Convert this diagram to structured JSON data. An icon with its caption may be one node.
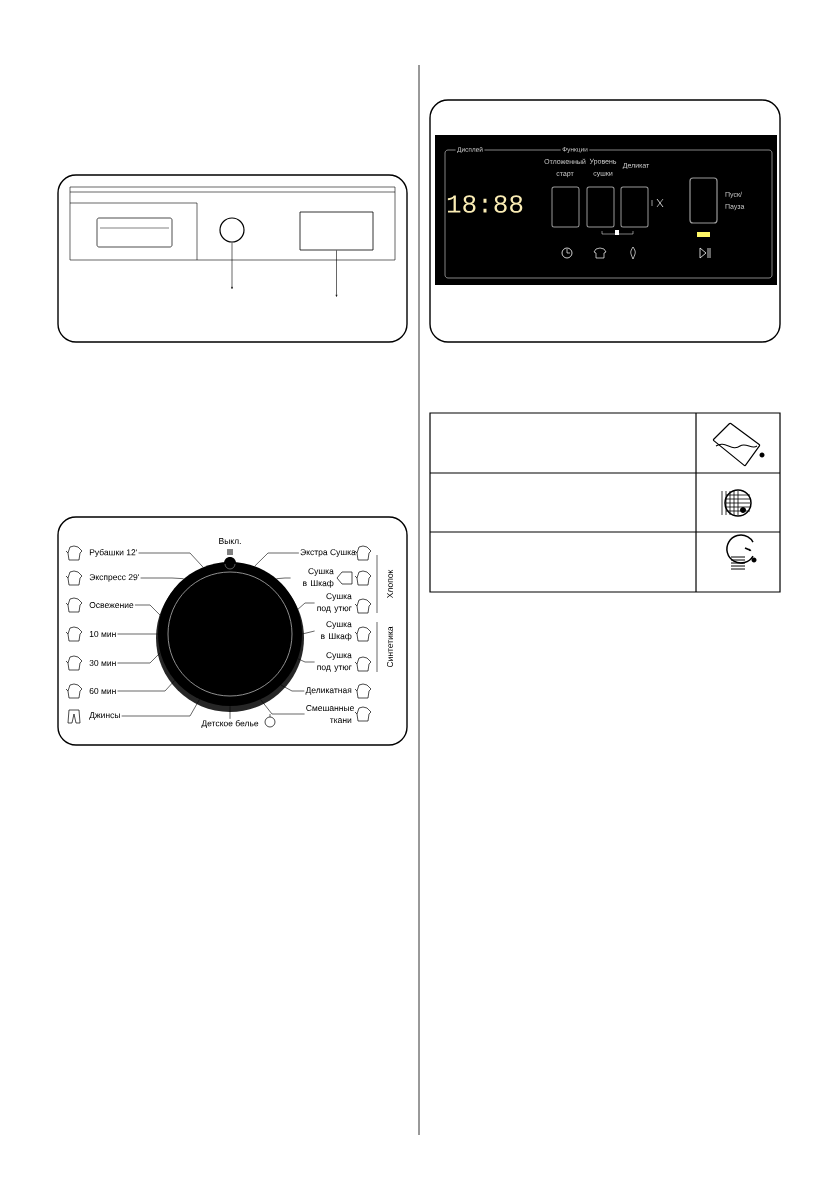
{
  "diagram": {
    "nodes": [
      {
        "text": [],
        "shape": "circle"
      },
      {
        "text": [],
        "shape": "box"
      },
      {
        "text": [],
        "shape": "circle"
      },
      {
        "text": [
          "Рубашки 12'"
        ]
      },
      {
        "text": [
          "Экспресс 29'"
        ]
      },
      {
        "text": [
          "Освежение"
        ]
      },
      {
        "text": [
          "10 мин"
        ]
      },
      {
        "text": [
          "30 мин"
        ]
      },
      {
        "text": [
          "60 мин"
        ]
      },
      {
        "text": [
          "Джинсы"
        ]
      },
      {
        "text": [
          "Детское белье"
        ]
      },
      {
        "text": [
          "Экстра Сушка"
        ]
      },
      {
        "text": [
          "Сушка в Шкаф"
        ]
      },
      {
        "text": [
          "Сушка под утюг"
        ]
      },
      {
        "text": [
          "Сушка в Шкаф"
        ]
      },
      {
        "text": [
          "Сушка под утюг"
        ]
      },
      {
        "text": [
          "Деликатная"
        ]
      },
      {
        "text": [
          "Смешанные ткани"
        ]
      }
    ],
    "edges": [
      {
        "from": 0,
        "to": null,
        "arrow": "to"
      },
      {
        "from": 1,
        "to": null,
        "arrow": "to"
      },
      {
        "from": 3,
        "to": 2,
        "arrow": "none"
      },
      {
        "from": 4,
        "to": 2,
        "arrow": "none"
      },
      {
        "from": 5,
        "to": 2,
        "arrow": "none"
      },
      {
        "from": 6,
        "to": 2,
        "arrow": "none"
      },
      {
        "from": 7,
        "to": 2,
        "arrow": "none"
      },
      {
        "from": 8,
        "to": 2,
        "arrow": "none"
      },
      {
        "from": 9,
        "to": 2,
        "arrow": "none"
      },
      {
        "from": 10,
        "to": 2,
        "arrow": "none"
      },
      {
        "from": 11,
        "to": 2,
        "arrow": "none"
      },
      {
        "from": 12,
        "to": 2,
        "arrow": "none"
      },
      {
        "from": 13,
        "to": 2,
        "arrow": "none"
      },
      {
        "from": 14,
        "to": 2,
        "arrow": "none"
      },
      {
        "from": 15,
        "to": 2,
        "arrow": "none"
      },
      {
        "from": 16,
        "to": 2,
        "arrow": "none"
      },
      {
        "from": 17,
        "to": 2,
        "arrow": "none"
      }
    ],
    "labels": [
      "Выкл.",
      "Хлопок",
      "Синтетика",
      "Дисплей",
      "Функции",
      "18:88",
      "Отложенный старт",
      "Уровень сушки",
      "Деликат",
      "Пуск/ Пауза"
    ]
  }
}
